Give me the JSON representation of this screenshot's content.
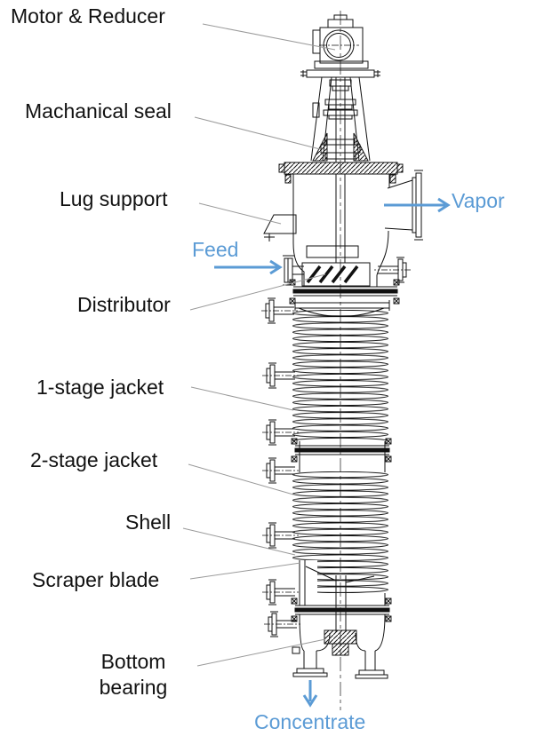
{
  "diagram": {
    "type": "technical-drawing",
    "subject": "agitated thin-film evaporator cross-section",
    "part_labels": [
      {
        "text": "Motor & Reducer"
      },
      {
        "text": "Machanical seal"
      },
      {
        "text": "Lug support"
      },
      {
        "text": "Distributor"
      },
      {
        "text": "1-stage jacket"
      },
      {
        "text": "2-stage jacket"
      },
      {
        "text": "Shell"
      },
      {
        "text": "Scraper blade"
      },
      {
        "text": "Bottom bearing"
      }
    ],
    "stream_labels": [
      {
        "text": "Vapor",
        "direction": "right"
      },
      {
        "text": "Feed",
        "direction": "right"
      },
      {
        "text": "Concentrate",
        "direction": "down"
      }
    ],
    "colors": {
      "line": "#111111",
      "leader": "#9a9a9a",
      "stream": "#5B9BD5",
      "background": "#ffffff"
    }
  }
}
